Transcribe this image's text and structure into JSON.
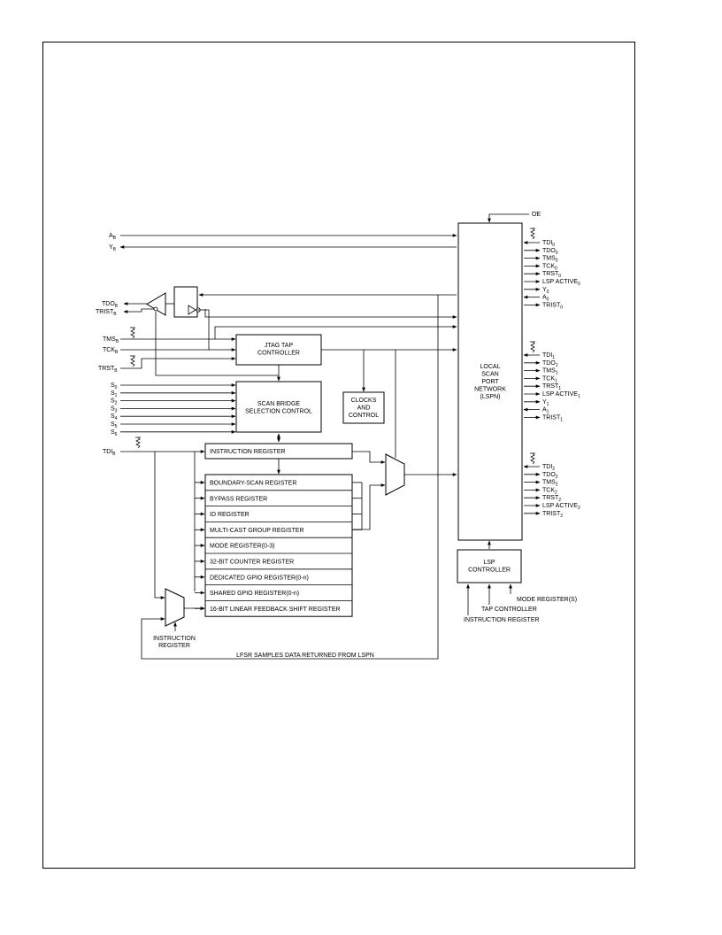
{
  "diagram": {
    "left_signals": [
      {
        "base": "A",
        "sub": "B"
      },
      {
        "base": "Y",
        "sub": "B"
      },
      {
        "base": "TDO",
        "sub": "B"
      },
      {
        "base": "TRIST",
        "sub": "B"
      },
      {
        "base": "TMS",
        "sub": "B"
      },
      {
        "base": "TCK",
        "sub": "B"
      },
      {
        "base": "TRST",
        "sub": "B",
        "overline": true
      },
      {
        "base": "TDI",
        "sub": "B"
      }
    ],
    "select_signals": [
      {
        "base": "S",
        "sub": "0"
      },
      {
        "base": "S",
        "sub": "1"
      },
      {
        "base": "S",
        "sub": "2"
      },
      {
        "base": "S",
        "sub": "3"
      },
      {
        "base": "S",
        "sub": "4"
      },
      {
        "base": "S",
        "sub": "5"
      },
      {
        "base": "S",
        "sub": "6"
      }
    ],
    "oe_label": "OE",
    "jtag_tap_controller": [
      "JTAG TAP",
      "CONTROLLER"
    ],
    "scan_bridge": [
      "SCAN BRIDGE",
      "SELECTION CONTROL"
    ],
    "clocks": [
      "CLOCKS",
      "AND",
      "CONTROL"
    ],
    "lspn": [
      "LOCAL",
      "SCAN",
      "PORT",
      "NETWORK",
      "(LSPN)"
    ],
    "lsp_controller": [
      "LSP",
      "CONTROLLER"
    ],
    "registers": [
      "INSTRUCTION REGISTER",
      "BOUNDARY-SCAN REGISTER",
      "BYPASS REGISTER",
      "ID REGISTER",
      "MULTI-CAST GROUP REGISTER",
      "MODE REGISTER(0-3)",
      "32-BIT COUNTER REGISTER",
      "DEDICATED GPIO REGISTER(0-n)",
      "SHARED GPIO REGISTER(0-n)",
      "16-BIT LINEAR FEEDBACK SHIFT REGISTER"
    ],
    "port_groups": [
      [
        {
          "base": "TDI",
          "sub": "0",
          "dir": "in"
        },
        {
          "base": "TDO",
          "sub": "0",
          "dir": "out"
        },
        {
          "base": "TMS",
          "sub": "0",
          "dir": "out"
        },
        {
          "base": "TCK",
          "sub": "0",
          "dir": "out"
        },
        {
          "base": "TRST",
          "sub": "0",
          "dir": "out",
          "overline": true
        },
        {
          "base": "LSP ACTIVE",
          "sub": "0",
          "dir": "out"
        },
        {
          "base": "Y",
          "sub": "0",
          "dir": "out"
        },
        {
          "base": "A",
          "sub": "0",
          "dir": "in"
        },
        {
          "base": "TRIST",
          "sub": "0",
          "dir": "out"
        }
      ],
      [
        {
          "base": "TDI",
          "sub": "1",
          "dir": "in"
        },
        {
          "base": "TDO",
          "sub": "1",
          "dir": "out"
        },
        {
          "base": "TMS",
          "sub": "1",
          "dir": "out"
        },
        {
          "base": "TCK",
          "sub": "1",
          "dir": "out"
        },
        {
          "base": "TRST",
          "sub": "1",
          "dir": "out",
          "overline": true
        },
        {
          "base": "LSP ACTIVE",
          "sub": "1",
          "dir": "out"
        },
        {
          "base": "Y",
          "sub": "1",
          "dir": "out"
        },
        {
          "base": "A",
          "sub": "1",
          "dir": "in"
        },
        {
          "base": "TRIST",
          "sub": "1",
          "dir": "out"
        }
      ],
      [
        {
          "base": "TDI",
          "sub": "2",
          "dir": "in"
        },
        {
          "base": "TDO",
          "sub": "2",
          "dir": "out"
        },
        {
          "base": "TMS",
          "sub": "2",
          "dir": "out"
        },
        {
          "base": "TCK",
          "sub": "2",
          "dir": "out"
        },
        {
          "base": "TRST",
          "sub": "2",
          "dir": "out",
          "overline": true
        },
        {
          "base": "LSP ACTIVE",
          "sub": "2",
          "dir": "out"
        },
        {
          "base": "TRIST",
          "sub": "2",
          "dir": "out"
        }
      ]
    ],
    "bottom_inputs": [
      "MODE REGISTER(S)",
      "TAP CONTROLLER",
      "INSTRUCTION REGISTER"
    ],
    "mux_label": [
      "INSTRUCTION",
      "REGISTER"
    ],
    "feedback_label": "LFSR SAMPLES DATA RETURNED FROM LSPN"
  }
}
